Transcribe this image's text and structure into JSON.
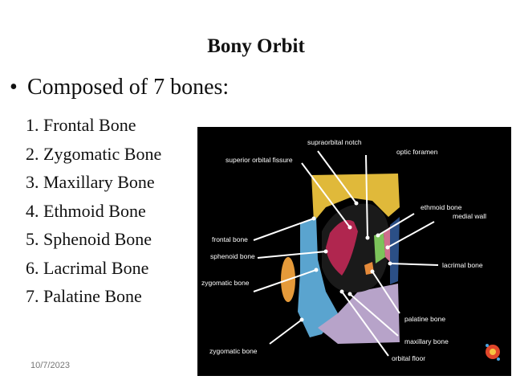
{
  "slide": {
    "title": "Bony Orbit",
    "bullet": "Composed of 7 bones:",
    "bones": [
      "1. Frontal Bone",
      "2. Zygomatic Bone",
      "3. Maxillary Bone",
      "4. Ethmoid Bone",
      "5. Sphenoid Bone",
      "6. Lacrimal Bone",
      "7. Palatine Bone"
    ],
    "date": "10/7/2023"
  },
  "figure": {
    "labels": {
      "supraorbital_notch": "supraorbital notch",
      "optic_foramen": "optic foramen",
      "superior_orbital_fissure": "superior orbital fissure",
      "ethmoid_bone": "ethmoid bone",
      "medial_wall": "medial wall",
      "frontal_bone": "frontal bone",
      "sphenoid_bone": "sphenoid bone",
      "lacrimal_bone": "lacrimal bone",
      "zygomatic_bone_upper": "zygomatic bone",
      "palatine_bone": "palatine bone",
      "maxillary_bone": "maxillary bone",
      "zygomatic_bone_lower": "zygomatic bone",
      "orbital_floor": "orbital floor"
    },
    "colors": {
      "frontal": "#e0b93a",
      "sphenoid": "#b0264f",
      "zygomatic": "#5aa4cf",
      "maxillary": "#b7a3c9",
      "ethmoid": "#7cc35a",
      "lacrimal": "#cf6d8c",
      "palatine": "#e58a3a"
    }
  }
}
